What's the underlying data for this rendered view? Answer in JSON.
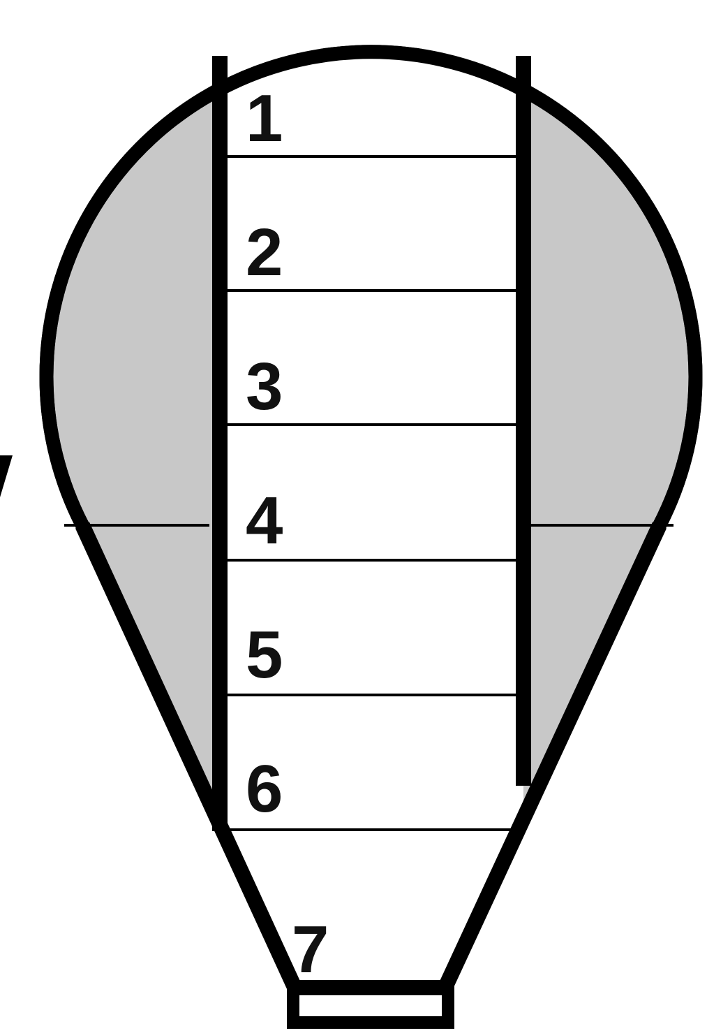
{
  "diagram": {
    "sections": [
      {
        "number": "1"
      },
      {
        "number": "2"
      },
      {
        "number": "3"
      },
      {
        "number": "4"
      },
      {
        "number": "5"
      },
      {
        "number": "6"
      },
      {
        "number": "7"
      }
    ]
  },
  "colors": {
    "outline": "#000000",
    "shaded_fill": "#c8c8c8",
    "column_fill": "#ffffff",
    "text": "#111111"
  }
}
